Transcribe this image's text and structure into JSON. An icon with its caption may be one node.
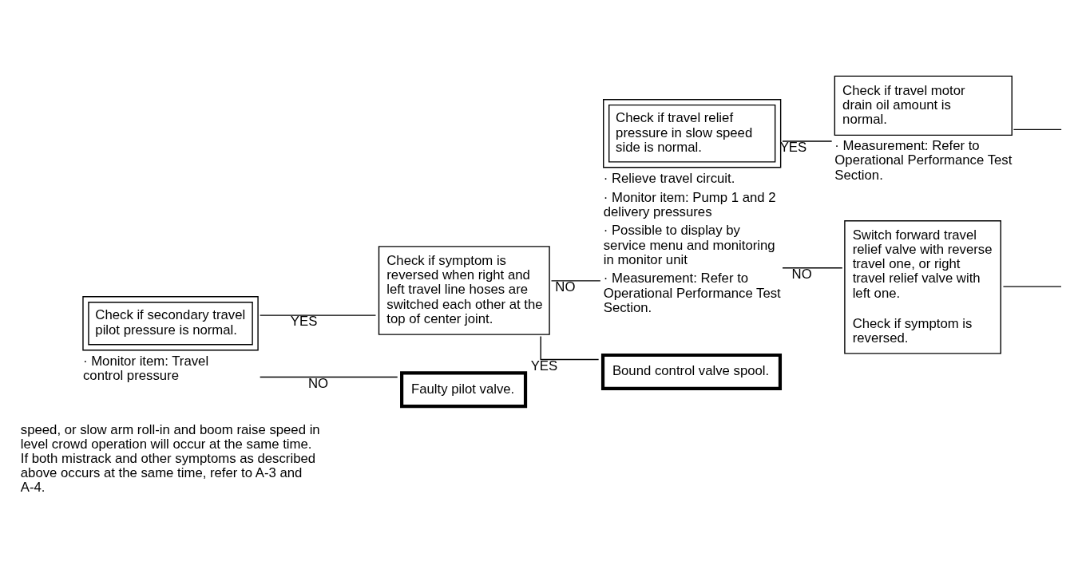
{
  "diagram": {
    "nodes": [
      {
        "text": [
          "Check if secondary travel pilot pressure is normal."
        ],
        "beside": [
          "· Monitor item: Travel control pressure"
        ]
      },
      {
        "text": [
          "Check if symptom is reversed when right and left travel line hoses are switched each other at the top of center joint."
        ]
      },
      {
        "text": [
          "Check if travel relief pressure in slow speed side is normal."
        ],
        "beside": [
          "· Relieve travel circuit.",
          "· Monitor item: Pump 1 and 2 delivery pressures",
          "· Possible to display by service menu and monitoring in monitor unit",
          "· Measurement: Refer to Operational Performance Test Section."
        ]
      },
      {
        "text": [
          "Check if travel motor drain oil amount is normal."
        ],
        "beside": [
          "· Measurement: Refer to Operational Performance Test Section."
        ]
      },
      {
        "text": [
          "Switch forward travel relief valve with reverse travel one, or right travel relief valve with left one.",
          "Check if symptom is reversed."
        ]
      },
      {
        "text": [
          "Bound control valve spool."
        ]
      },
      {
        "text": [
          "Faulty pilot valve."
        ]
      }
    ],
    "edges": [
      {
        "from": 0,
        "to": 1,
        "arrow": "none",
        "label": "YES"
      },
      {
        "from": 0,
        "to": 6,
        "arrow": "none",
        "label": "NO"
      },
      {
        "from": 1,
        "to": 2,
        "arrow": "none",
        "label": "NO"
      },
      {
        "from": 1,
        "to": 5,
        "arrow": "none",
        "label": "YES"
      },
      {
        "from": 2,
        "to": 3,
        "arrow": "none",
        "label": "YES"
      },
      {
        "from": 2,
        "to": 4,
        "arrow": "none",
        "label": "NO"
      },
      {
        "from": 3,
        "to": null,
        "arrow": "none"
      },
      {
        "from": 4,
        "to": null,
        "arrow": "none"
      }
    ],
    "labels": [
      "speed, or slow arm roll-in and boom raise speed in level crowd operation will occur at the same time. If both mistrack and other symptoms as described above occurs at the same time, refer to A-3 and A-4."
    ]
  }
}
